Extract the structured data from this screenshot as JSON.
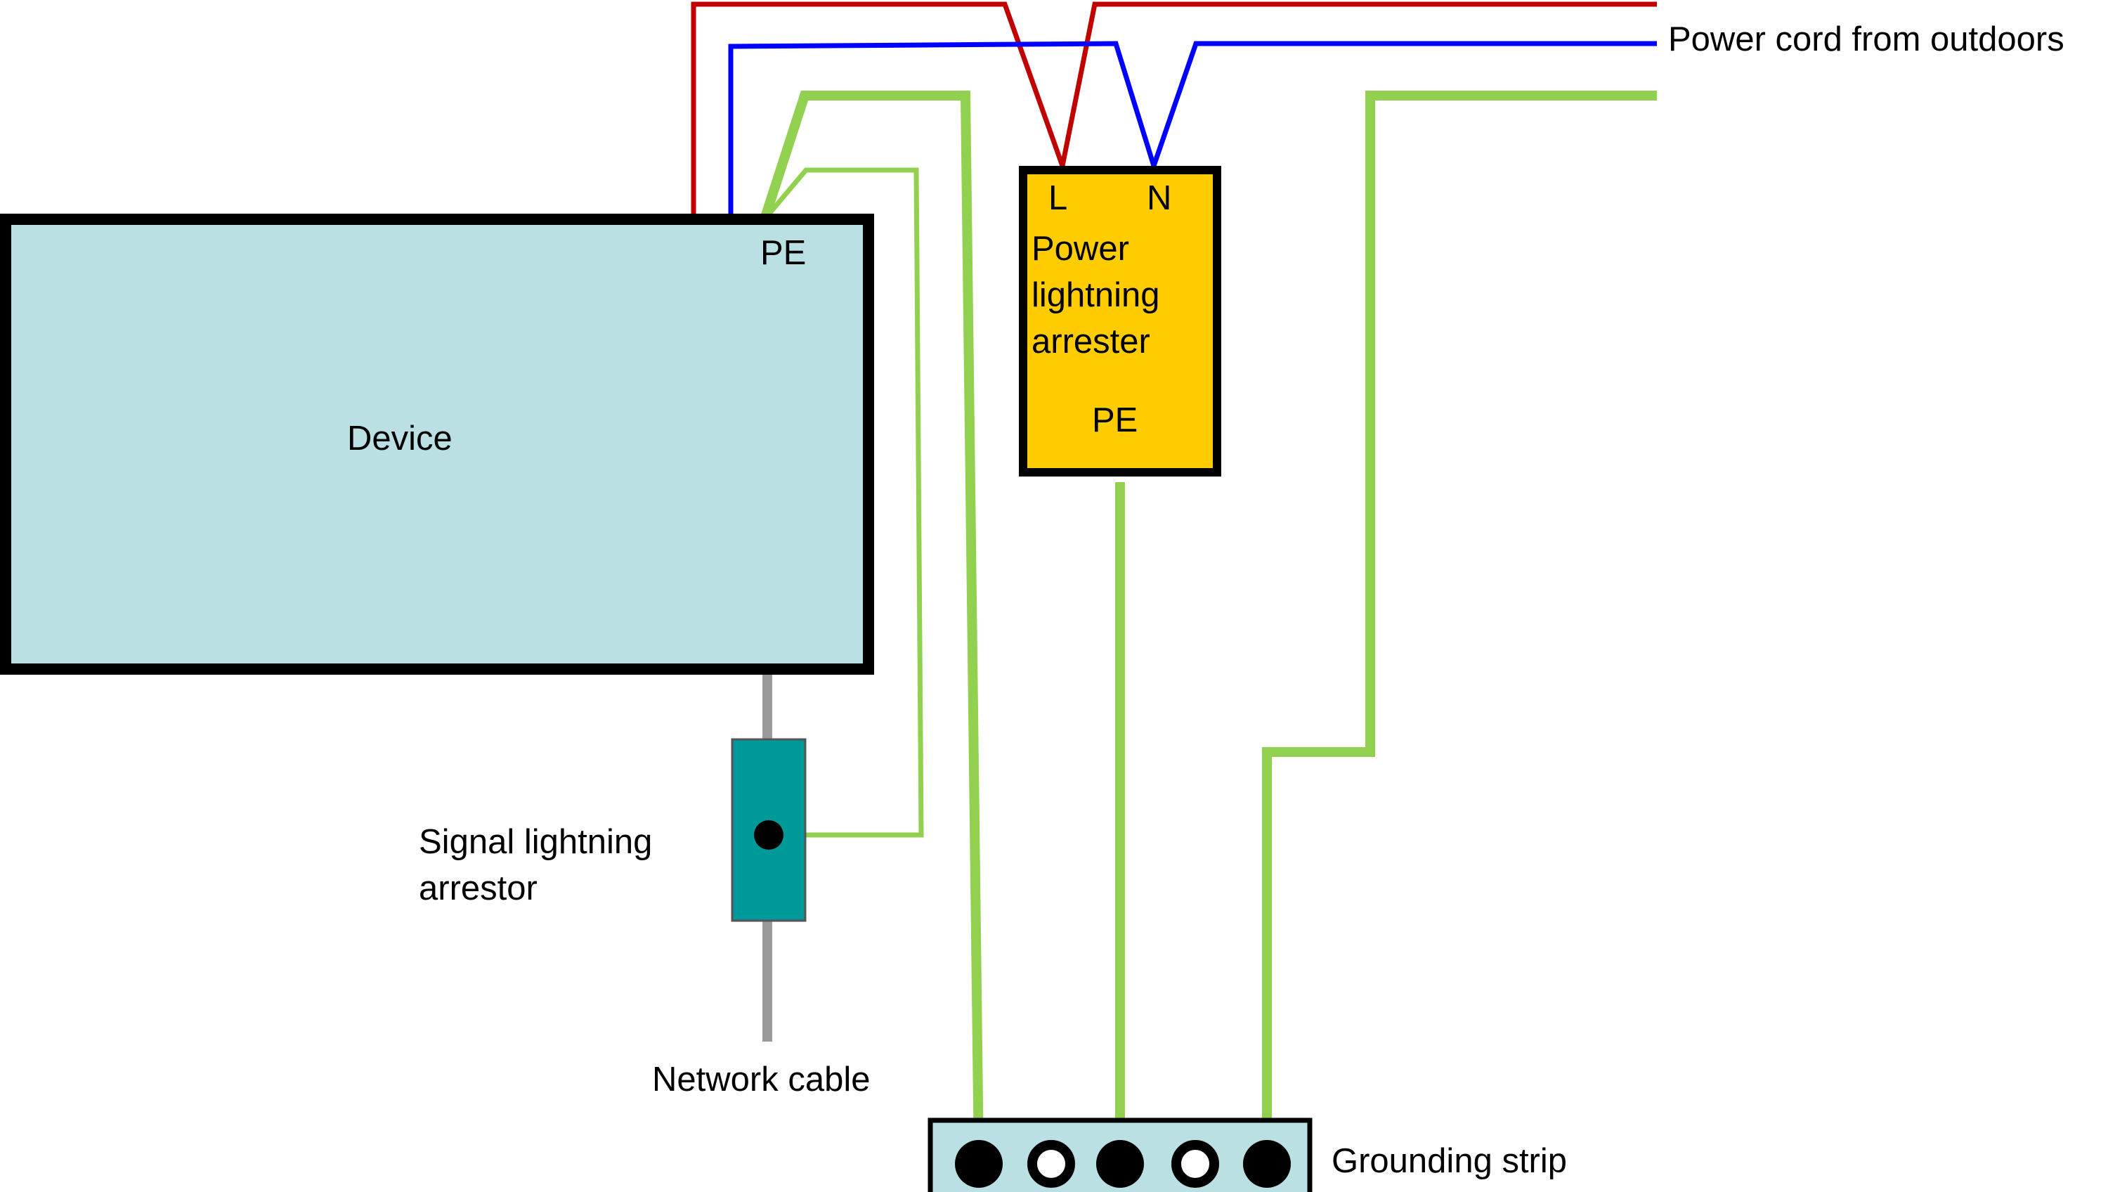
{
  "labels": {
    "power_cord": "Power cord from outdoors",
    "device": "Device",
    "device_pe": "PE",
    "arrester_l": "L",
    "arrester_n": "N",
    "power_arrester_line1": "Power",
    "power_arrester_line2": "lightning",
    "power_arrester_line3": "arrester",
    "power_arrester_pe": "PE",
    "signal_arrestor_line1": "Signal lightning",
    "signal_arrestor_line2": "arrestor",
    "network_cable": "Network cable",
    "grounding_strip": "Grounding strip"
  },
  "colors": {
    "live_wire": "#c00000",
    "neutral_wire": "#0000ff",
    "ground_wire": "#92d050",
    "network_cable": "#9a9a9a",
    "device_fill": "#bbe0e3",
    "power_arrester_fill": "#ffcc00",
    "signal_arrestor_fill": "#009999",
    "grounding_strip_fill": "#bbe0e3",
    "outline": "#000000"
  }
}
